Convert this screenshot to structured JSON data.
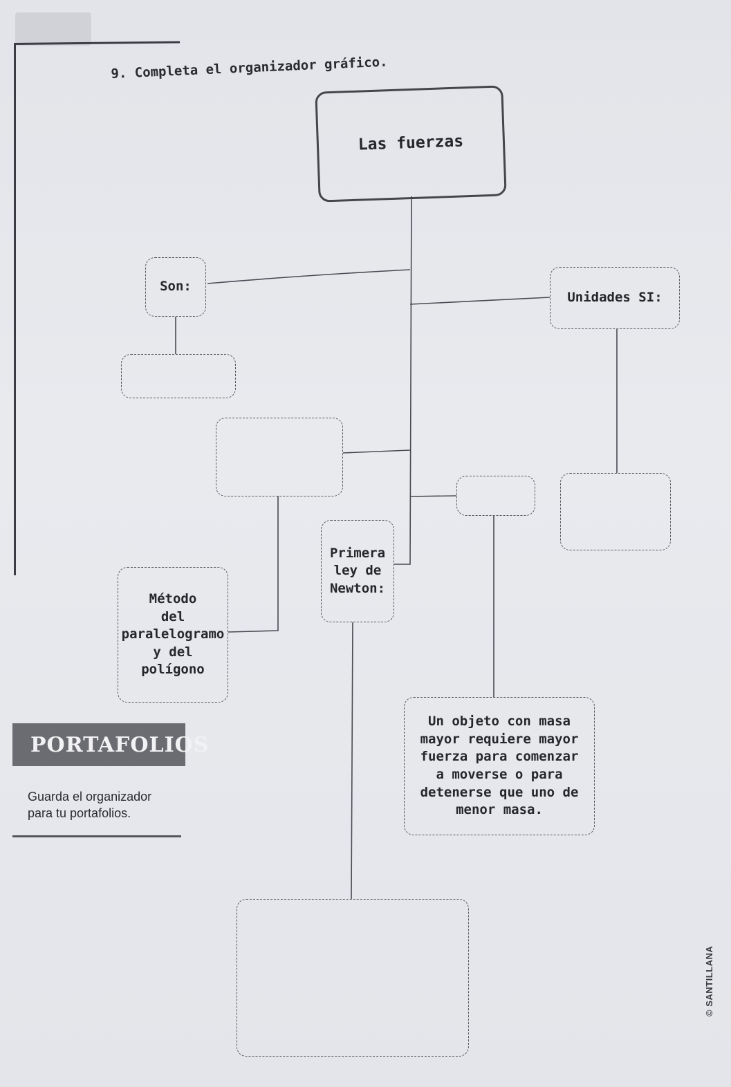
{
  "heading": "9. Completa el organizador gráfico.",
  "diagram": {
    "root": "Las fuerzas",
    "son_label": "Son:",
    "son_answer": "",
    "unidades_label": "Unidades SI:",
    "unidades_answer": "",
    "blank_center": "",
    "blank_small": "",
    "primera_ley_lines": [
      "Primera",
      "ley de",
      "Newton:"
    ],
    "metodo_lines": [
      "Método",
      "del",
      "paralelogramo",
      "y del",
      "polígono"
    ],
    "segunda_ley_lines": [
      "Un objeto con masa",
      "mayor requiere mayor",
      "fuerza para comenzar",
      "a moverse o para",
      "detenerse que uno de",
      "menor masa."
    ],
    "primera_ley_answer": ""
  },
  "portafolios": {
    "title": "PORTAFOLIOS",
    "note_lines": [
      "Guarda el organizador",
      "para tu portafolios."
    ]
  },
  "copyright": "© SANTILLANA"
}
